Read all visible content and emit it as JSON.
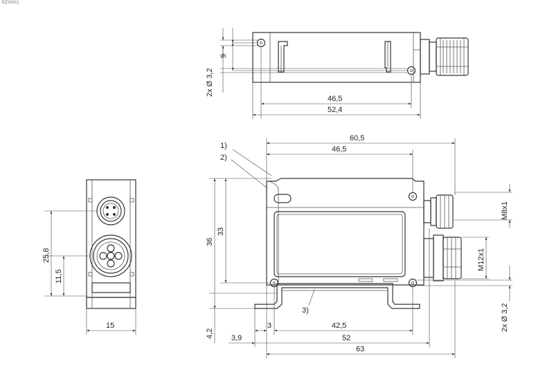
{
  "caption": "&[Datei]",
  "top_view": {
    "dim_hole_dia": "2x Ø 3,2",
    "dim_hole_pitch": "9",
    "dim_46_5": "46,5",
    "dim_52_4": "52,4"
  },
  "left_view": {
    "dim_25_8": "25,8",
    "dim_11_5": "11,5",
    "dim_width": "15"
  },
  "front_view": {
    "callout_1": "1)",
    "callout_2": "2)",
    "callout_3": "3)",
    "dim_60_5": "60,5",
    "dim_46_5": "46,5",
    "dim_36": "36",
    "dim_33": "33",
    "dim_m8": "M8x1",
    "dim_m12": "M12x1",
    "dim_hole_dia": "2x Ø 3,2",
    "dim_4_2": "4,2",
    "dim_3": "3",
    "dim_42_5": "42,5",
    "dim_3_9": "3,9",
    "dim_52": "52",
    "dim_63": "63"
  }
}
